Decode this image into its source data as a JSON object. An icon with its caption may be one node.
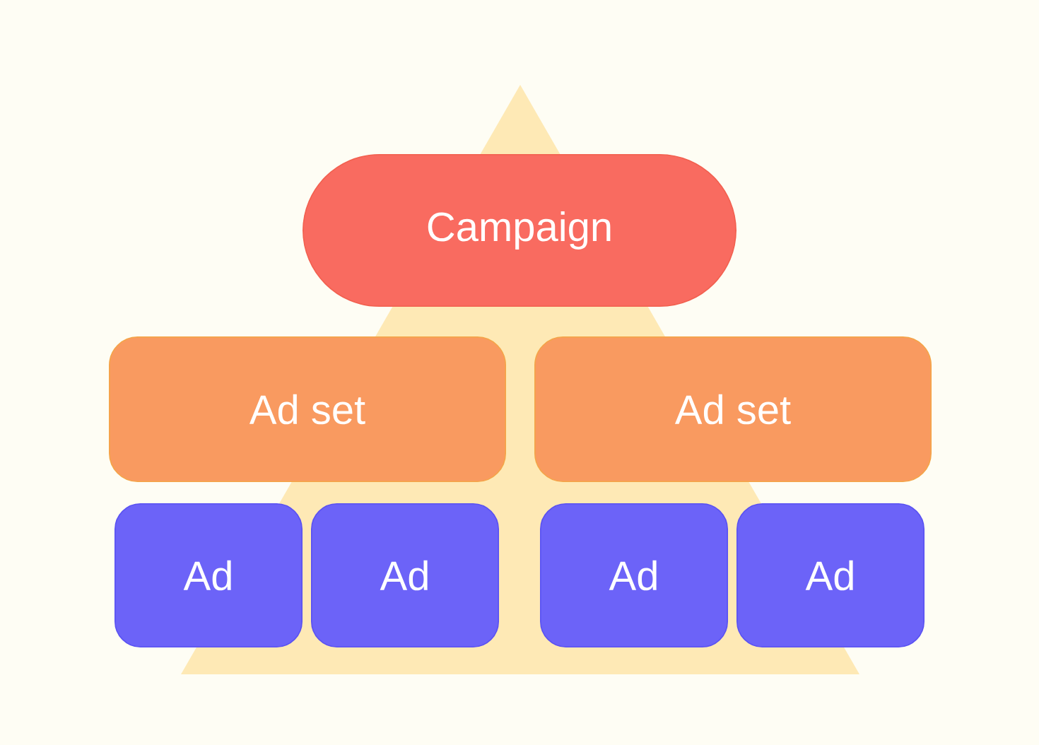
{
  "diagram": {
    "nodes": [
      {
        "text": [
          "Campaign"
        ]
      },
      {
        "text": [
          "Ad set"
        ]
      },
      {
        "text": [
          "Ad set"
        ]
      },
      {
        "text": [
          "Ad"
        ]
      },
      {
        "text": [
          "Ad"
        ]
      },
      {
        "text": [
          "Ad"
        ]
      },
      {
        "text": [
          "Ad"
        ]
      }
    ]
  }
}
